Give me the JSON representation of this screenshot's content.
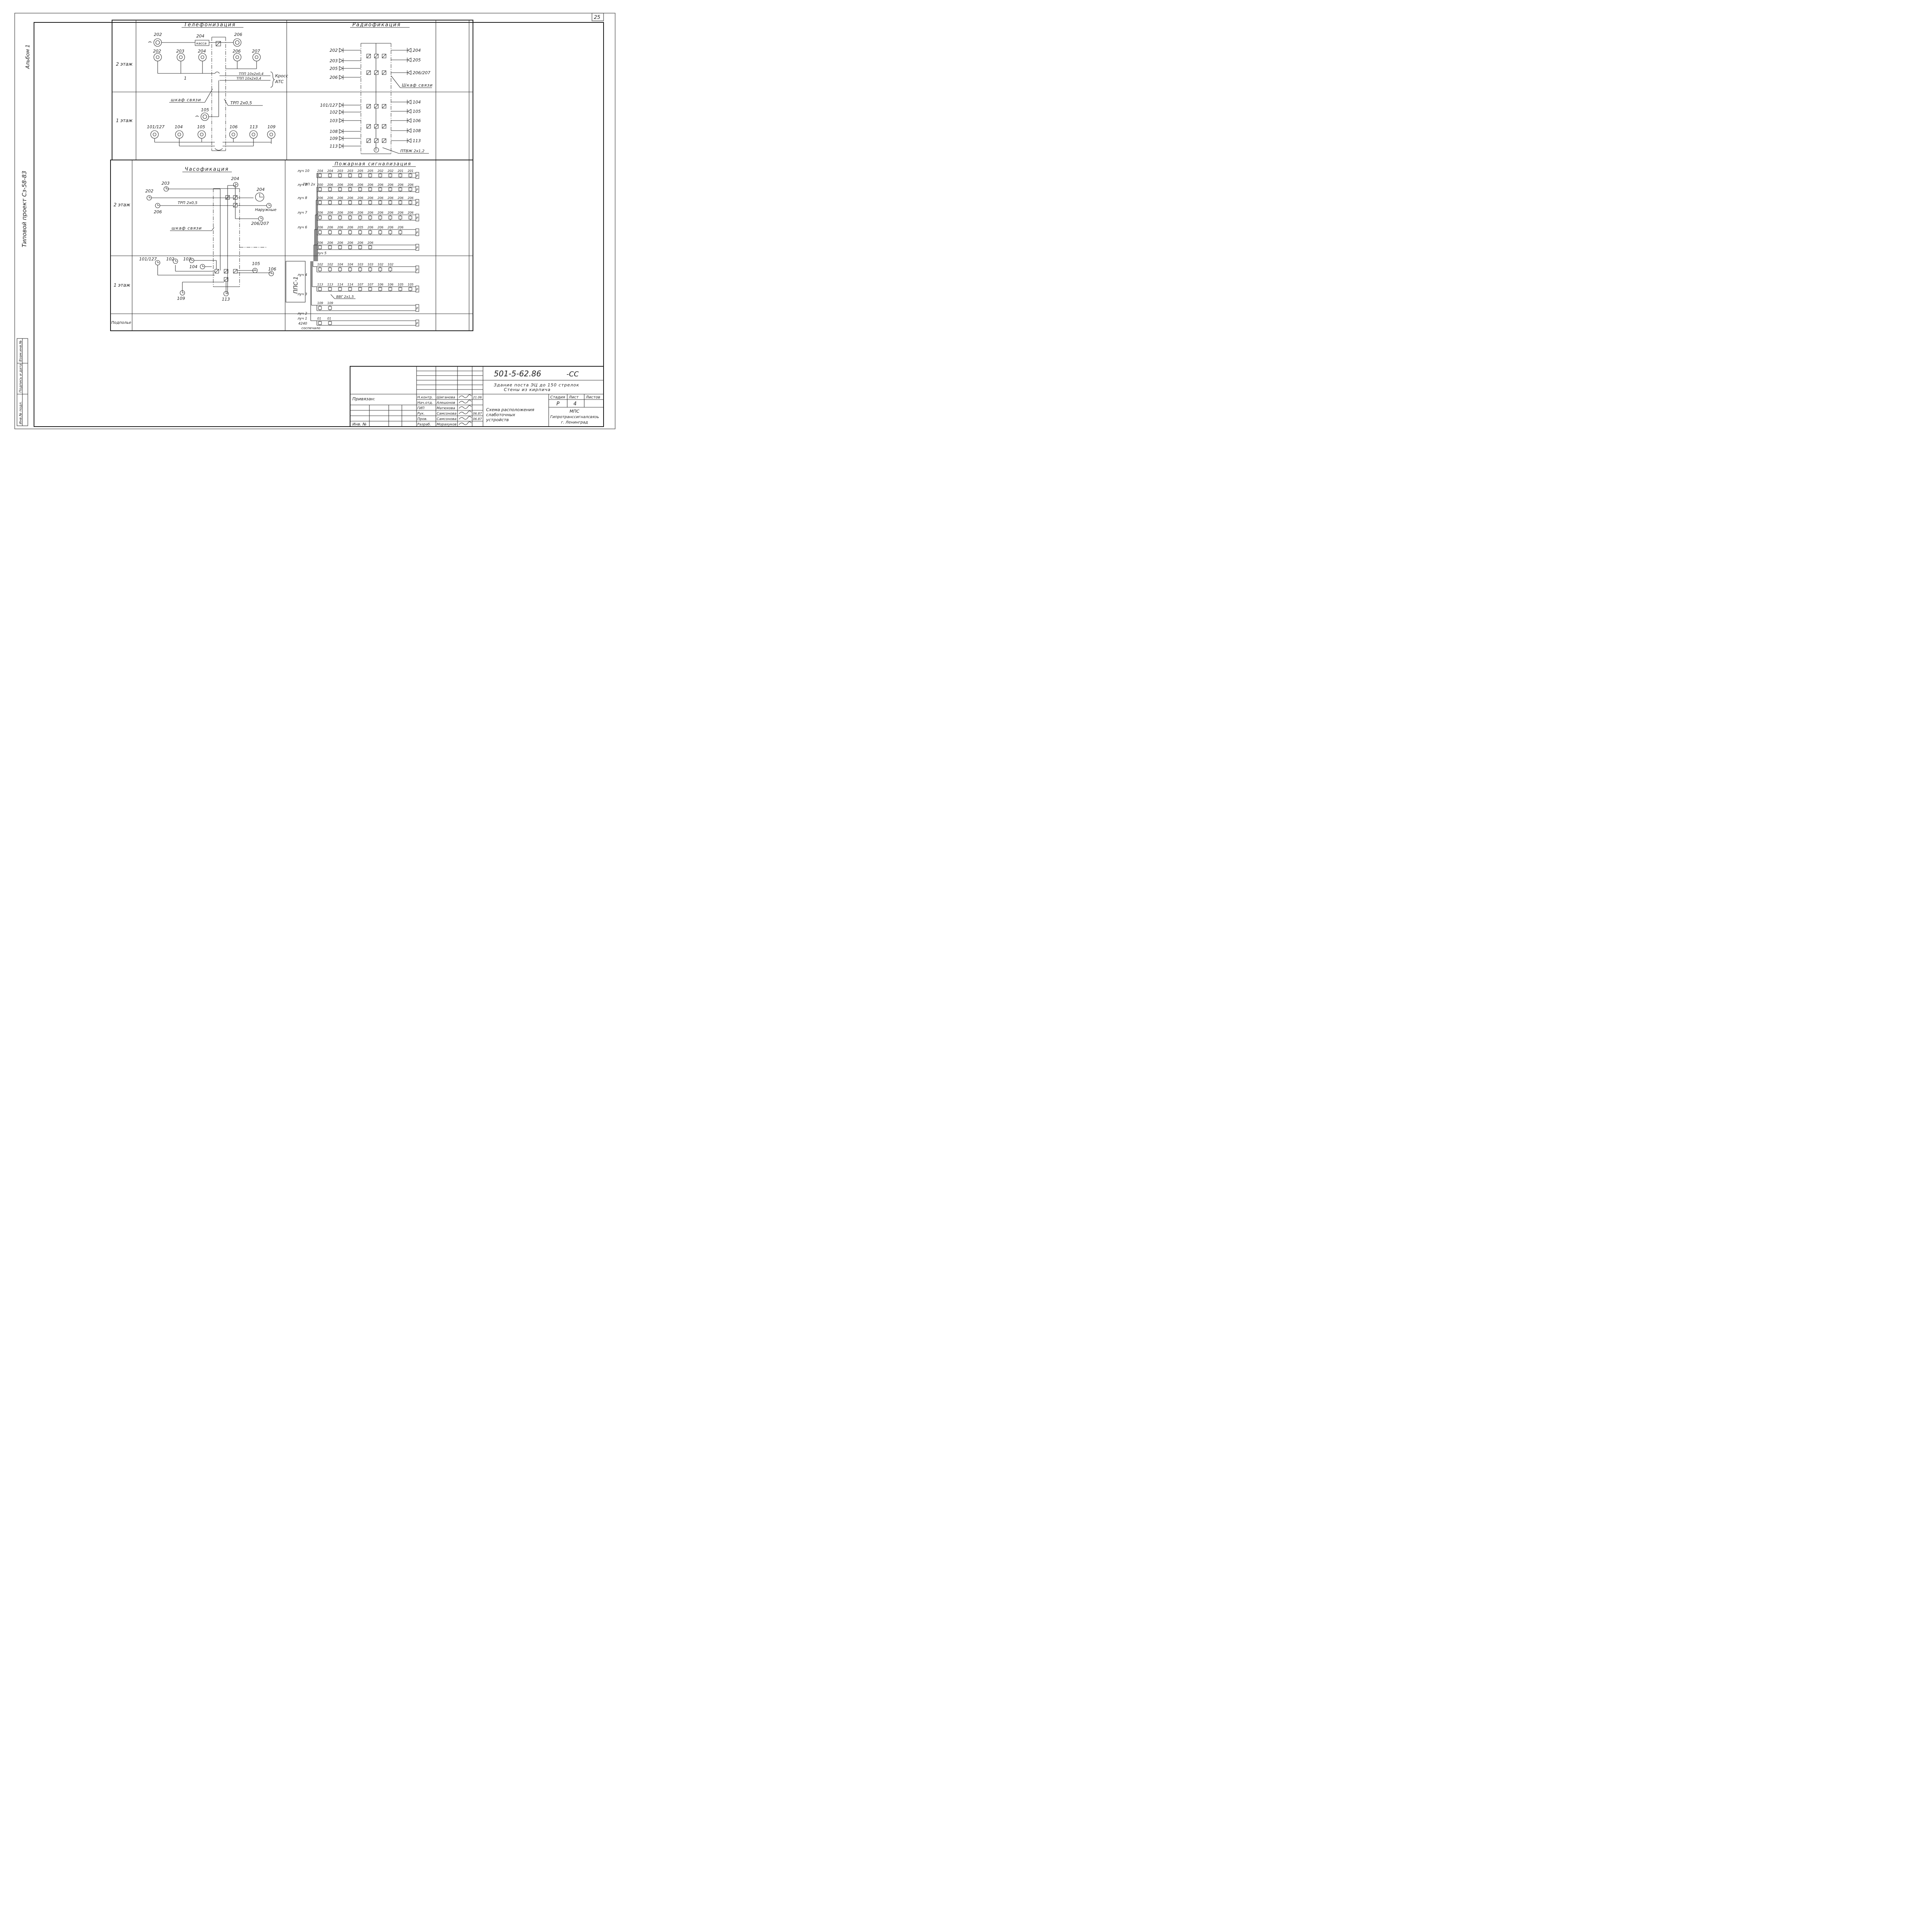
{
  "sheet_number": "25",
  "margin": {
    "album": "Альбом 1",
    "project": "Типовой проект Сз-58-83"
  },
  "stamp_side": [
    "Инв.№ подл.",
    "Подпись и дата",
    "Взам.инв.№"
  ],
  "rows": {
    "floor2": "2 этаж",
    "floor1": "1 этаж",
    "basement": "Подполье"
  },
  "telephone": {
    "title": "Телефонизация",
    "kassa": "касса",
    "cable1": "ТПП 10х2х0,4",
    "cable2": "ТПП 10х2х0,4",
    "kross1": "Кросс",
    "kross2": "АТС",
    "cabinet": "шкаф связи",
    "trp": "ТРП 2х0,5",
    "f2_top": [
      "202",
      "204",
      "206"
    ],
    "f2_row": [
      "202",
      "203",
      "204",
      "206",
      "207"
    ],
    "f1_riser": "105",
    "f1_row": [
      "101/127",
      "104",
      "105",
      "106",
      "113",
      "109"
    ],
    "mark": "1"
  },
  "radio": {
    "title": "Радиофикация",
    "cabinet": "Шкаф связи",
    "cable": "ПТВЖ 2х1,2",
    "f2_left": [
      "202",
      "203",
      "205",
      "206"
    ],
    "f2_right": [
      "204",
      "205",
      "206/207"
    ],
    "f1_left": [
      "101/127",
      "102",
      "103",
      "108",
      "109",
      "113"
    ],
    "f1_right": [
      "104",
      "105",
      "106",
      "108",
      "113"
    ]
  },
  "clocks": {
    "title": "Часофикация",
    "trp": "ТРП 2х0,5",
    "cabinet": "шкаф связи",
    "outside": "Наружные",
    "f2": [
      "203",
      "202",
      "206",
      "204",
      "204",
      "206/207"
    ],
    "f1": [
      "101/127",
      "102",
      "103",
      "104",
      "105",
      "106",
      "109",
      "113"
    ]
  },
  "fire": {
    "title": "Пожарная сигнализация",
    "panel": "ППС-1",
    "cable": "ВВГ 2х1,5",
    "trp": "ТРП 2х",
    "loops": [
      {
        "label": "луч 10",
        "rooms": [
          "204",
          "204",
          "203",
          "203",
          "205",
          "205",
          "202",
          "202",
          "201",
          "201"
        ]
      },
      {
        "label": "луч 9",
        "rooms": [
          "200",
          "206",
          "206",
          "206",
          "206",
          "206",
          "206",
          "206",
          "206",
          "206"
        ]
      },
      {
        "label": "луч 8",
        "rooms": [
          "206",
          "206",
          "206",
          "206",
          "206",
          "206",
          "206",
          "206",
          "206",
          "206"
        ]
      },
      {
        "label": "луч 7",
        "rooms": [
          "206",
          "206",
          "206",
          "206",
          "206",
          "206",
          "206",
          "206",
          "206",
          "206"
        ]
      },
      {
        "label": "луч 6",
        "rooms": [
          "206",
          "206",
          "206",
          "206",
          "205",
          "206",
          "206",
          "206",
          "206"
        ]
      },
      {
        "label": "луч 5",
        "rooms": [
          "206",
          "206",
          "206",
          "206",
          "206",
          "206"
        ]
      },
      {
        "label": "луч 4",
        "rooms": [
          "102",
          "102",
          "104",
          "104",
          "103",
          "103",
          "102",
          "102"
        ]
      },
      {
        "label": "луч 3",
        "rooms": [
          "113",
          "113",
          "114",
          "114",
          "107",
          "107",
          "106",
          "106",
          "105",
          "105"
        ]
      },
      {
        "label": "луч 2",
        "rooms": [
          "109",
          "109"
        ]
      },
      {
        "label": "луч 1",
        "rooms": [
          "01",
          "01"
        ]
      }
    ],
    "l1_cable1": "4240",
    "l1_cable2": "соспечало"
  },
  "title_block": {
    "code": "501-5-62.86",
    "suffix": "-СС",
    "building1": "Здание поста ЭЦ до 150 стрелок",
    "building2": "Стены из кирпича",
    "privyazan": "Привязан:",
    "inv": "Инв. №",
    "roles": [
      "Н.контр.",
      "Нач.отд.",
      "ГИП",
      "Рук.",
      "Пров.",
      "Разраб."
    ],
    "names": [
      "Шиганова",
      "Алешонов",
      "Матюхова",
      "Самсонова",
      "Самсонова",
      "Морахуков"
    ],
    "dates": [
      "21.06",
      "",
      "",
      "06.87",
      "06.87",
      ""
    ],
    "sheet_title1": "Схема расположения",
    "sheet_title2": "слаботочных",
    "sheet_title3": "устройств",
    "stage_label": "Стадия",
    "sheet_label": "Лист",
    "sheets_label": "Листов",
    "stage": "Р",
    "sheet": "4",
    "org1": "МПС",
    "org2": "Гипротранссигналсвязь",
    "org3": "г. Ленинград"
  }
}
